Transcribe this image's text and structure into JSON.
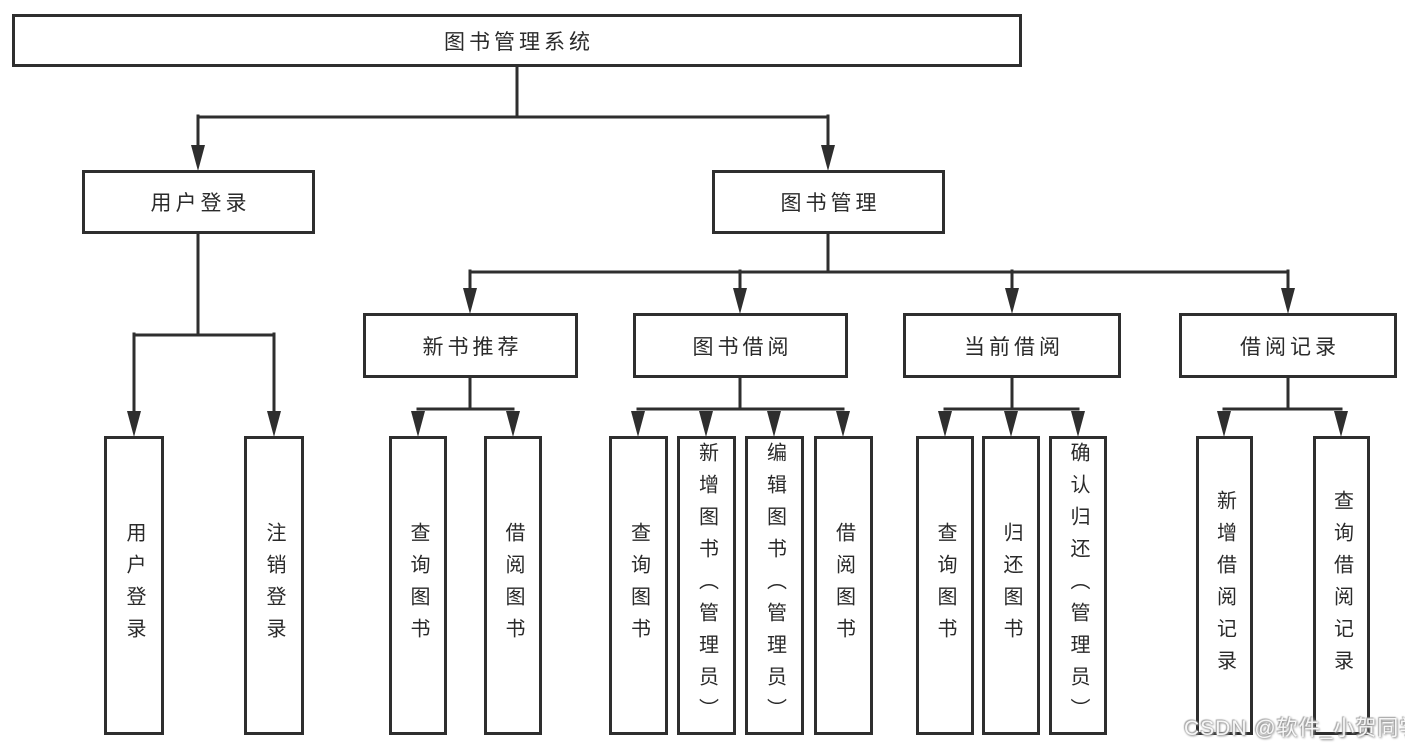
{
  "diagram": {
    "root": {
      "label": "图书管理系统"
    },
    "level2": {
      "user_login": {
        "label": "用户登录"
      },
      "book_mgmt": {
        "label": "图书管理"
      }
    },
    "level3": {
      "new_books": {
        "label": "新书推荐"
      },
      "book_borrow": {
        "label": "图书借阅"
      },
      "current_borrow": {
        "label": "当前借阅"
      },
      "borrow_records": {
        "label": "借阅记录"
      }
    },
    "leaves": {
      "user_login": [
        "用户登录",
        "注销登录"
      ],
      "new_books": [
        "查询图书",
        "借阅图书"
      ],
      "book_borrow": [
        "查询图书",
        "新增图书（管理员）",
        "编辑图书（管理员）",
        "借阅图书"
      ],
      "current_borrow": [
        "查询图书",
        "归还图书",
        "确认归还（管理员）"
      ],
      "borrow_records": [
        "新增借阅记录",
        "查询借阅记录"
      ]
    },
    "colors": {
      "line": "#2e2e2e",
      "text": "#2a2a2a",
      "background": "#ffffff"
    }
  },
  "watermark": {
    "label": "CSDN @软件_小贺同学"
  }
}
